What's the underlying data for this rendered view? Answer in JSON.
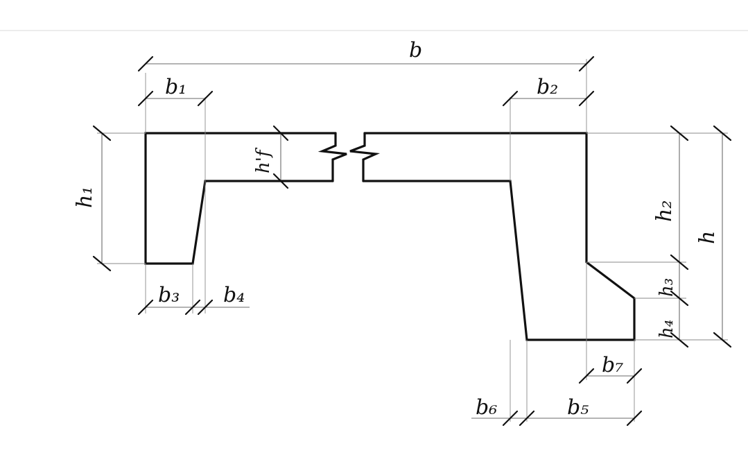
{
  "labels": {
    "b": "b",
    "b1": "b₁",
    "b2": "b₂",
    "b3": "b₃",
    "b4": "b₄",
    "b5": "b₅",
    "b6": "b₆",
    "b7": "b₇",
    "h": "h",
    "h1": "h₁",
    "h2": "h₂",
    "h3": "h₃",
    "h4": "h₄",
    "hf": "h'f"
  },
  "colors": {
    "outline": "#111111",
    "dimension": "#6a6a6a",
    "background": "#ffffff"
  }
}
